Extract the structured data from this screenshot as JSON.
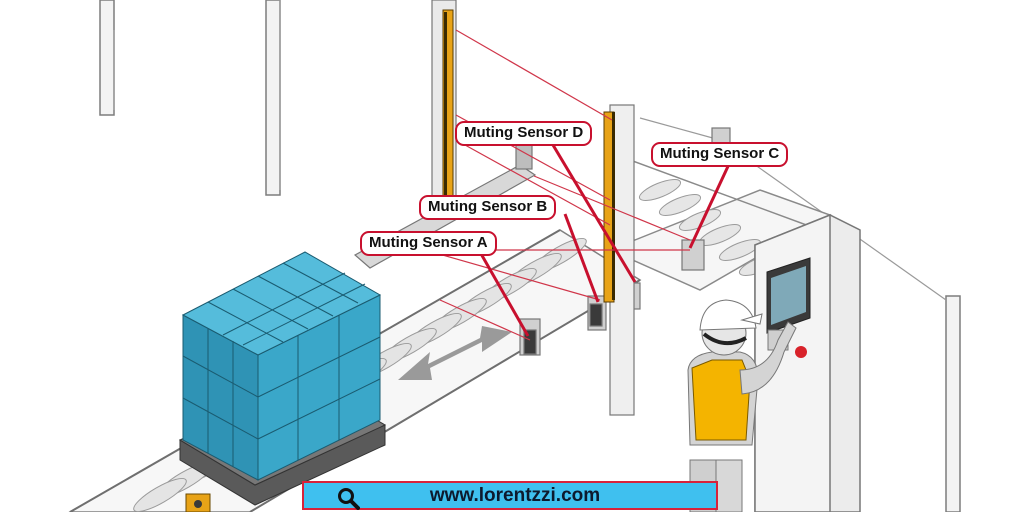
{
  "labels": {
    "sensor_d": "Muting Sensor D",
    "sensor_c": "Muting Sensor C",
    "sensor_b": "Muting Sensor B",
    "sensor_a": "Muting Sensor A"
  },
  "footer": {
    "url": "www.lorentzzi.com",
    "icon": "search-icon"
  },
  "colors": {
    "callout_border": "#c8102e",
    "beam": "#d0364a",
    "pallet_boxes": "#3aa7c9",
    "light_curtain": "#e8a317",
    "worker_vest": "#f4b400",
    "url_bar": "#3fc0ef"
  }
}
